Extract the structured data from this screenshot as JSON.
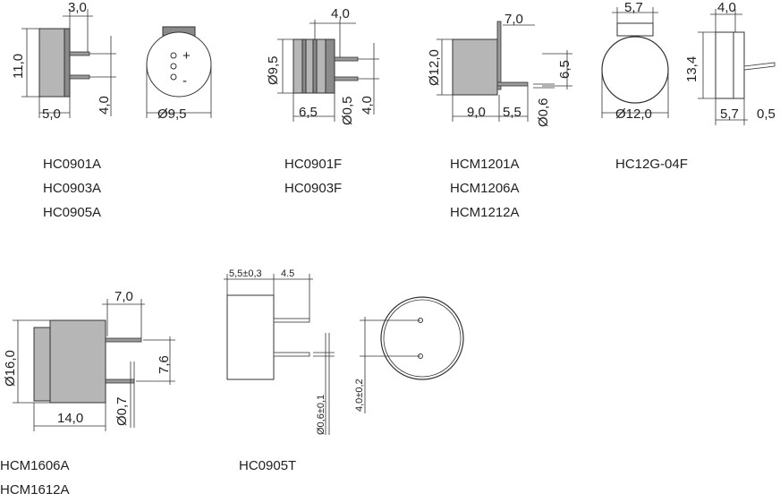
{
  "models": [
    {
      "id": "hc0901a",
      "labels": [
        "HC0901A",
        "HC0903A",
        "HC0905A"
      ]
    },
    {
      "id": "hc0901f",
      "labels": [
        "HC0901F",
        "HC0903F"
      ]
    },
    {
      "id": "hcm1201a",
      "labels": [
        "HCM1201A",
        "HCM1206A",
        "HCM1212A"
      ]
    },
    {
      "id": "hc12g04f",
      "labels": [
        "HC12G-04F"
      ]
    },
    {
      "id": "hcm1606a",
      "labels": [
        "HCM1606A",
        "HCM1612A"
      ]
    },
    {
      "id": "hc0905t",
      "labels": [
        "HC0905T"
      ]
    }
  ],
  "dims": {
    "d1_top": "3,0",
    "d1_h": "11,0",
    "d1_w": "5,0",
    "d1_pin": "4,0",
    "d1_dia": "Ø9,5",
    "d1_plus": "+",
    "d1_minus": "-",
    "d2_top": "4,0",
    "d2_dia": "Ø9,5",
    "d2_w": "6,5",
    "d2_pin": "Ø0,5",
    "d2_pl": "4,0",
    "d3_top": "7,0",
    "d3_dia": "Ø12,0",
    "d3_w": "9,0",
    "d3_pl": "5,5",
    "d3_pin": "Ø0,6",
    "d3_sp": "6,5",
    "d4_top": "5,7",
    "d4_dia": "Ø12,0",
    "d5_top": "4,0",
    "d5_h": "13,4",
    "d5_w": "5,7",
    "d5_pin": "0,5",
    "d6_top": "7,0",
    "d6_dia": "Ø16,0",
    "d6_w": "14,0",
    "d6_pin": "Ø0,7",
    "d6_sp": "7,6",
    "d7_w": "5,5±0,3",
    "d7_pl": "4.5",
    "d7_pin": "Ø0,6±0,1",
    "d7_sp": "4,0±0,2"
  }
}
